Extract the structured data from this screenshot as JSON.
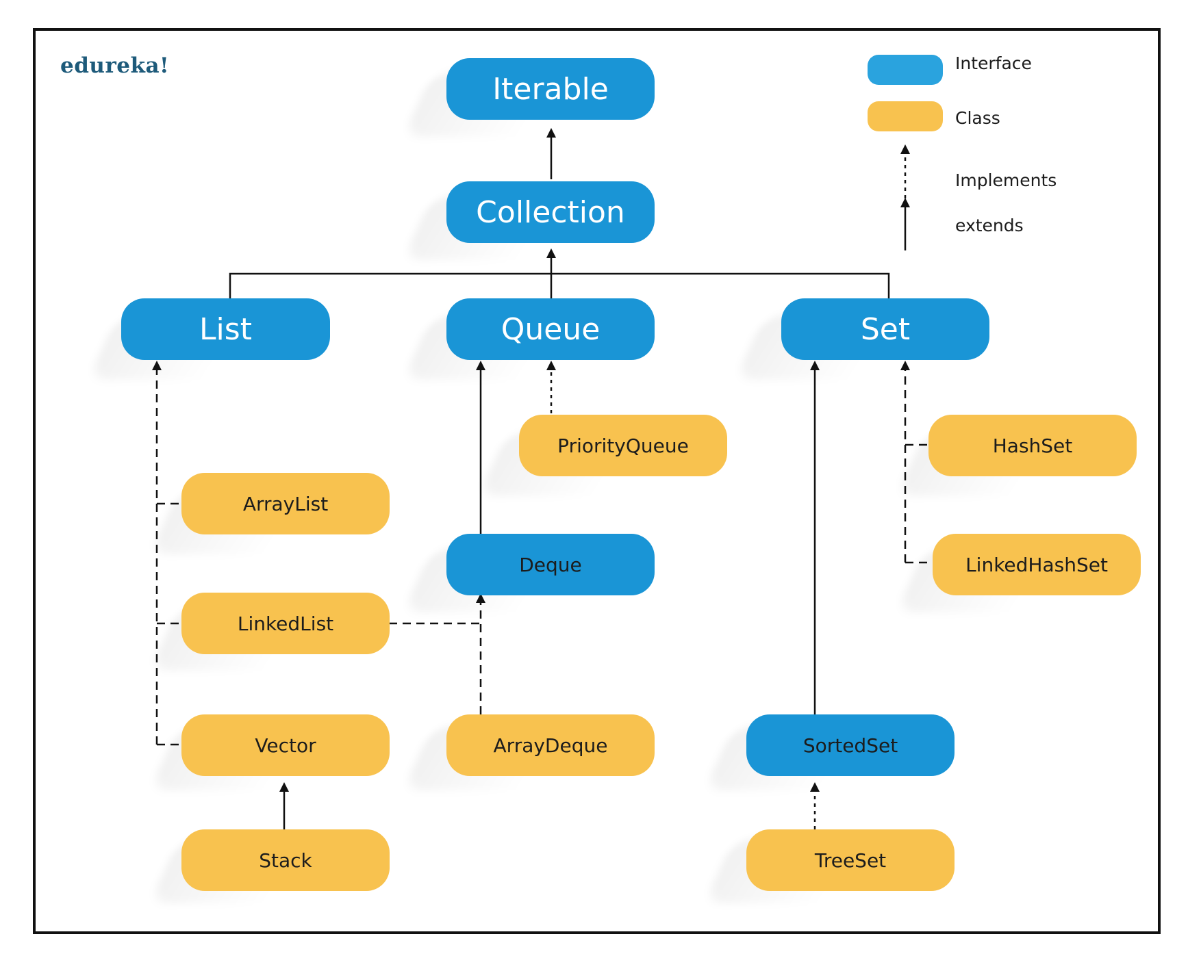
{
  "brand": {
    "logo_text": "edureka!"
  },
  "colors": {
    "interface": "#1a95d6",
    "class": "#f8c24f",
    "line": "#111111"
  },
  "legend": {
    "interface_label": "Interface",
    "class_label": "Class",
    "implements_label": "Implements",
    "extends_label": "extends"
  },
  "nodes": {
    "iterable": {
      "label": "Iterable",
      "kind": "interface"
    },
    "collection": {
      "label": "Collection",
      "kind": "interface"
    },
    "list": {
      "label": "List",
      "kind": "interface"
    },
    "queue": {
      "label": "Queue",
      "kind": "interface"
    },
    "set": {
      "label": "Set",
      "kind": "interface"
    },
    "priorityqueue": {
      "label": "PriorityQueue",
      "kind": "class"
    },
    "arraylist": {
      "label": "ArrayList",
      "kind": "class"
    },
    "deque": {
      "label": "Deque",
      "kind": "interface"
    },
    "linkedlist": {
      "label": "LinkedList",
      "kind": "class"
    },
    "vector": {
      "label": "Vector",
      "kind": "class"
    },
    "arraydeque": {
      "label": "ArrayDeque",
      "kind": "class"
    },
    "stack": {
      "label": "Stack",
      "kind": "class"
    },
    "hashset": {
      "label": "HashSet",
      "kind": "class"
    },
    "linkedhashset": {
      "label": "LinkedHashSet",
      "kind": "class"
    },
    "sortedset": {
      "label": "SortedSet",
      "kind": "interface"
    },
    "treeset": {
      "label": "TreeSet",
      "kind": "class"
    }
  },
  "edges": [
    {
      "from": "collection",
      "to": "iterable",
      "type": "extends"
    },
    {
      "from": "list",
      "to": "collection",
      "type": "extends"
    },
    {
      "from": "queue",
      "to": "collection",
      "type": "extends"
    },
    {
      "from": "set",
      "to": "collection",
      "type": "extends"
    },
    {
      "from": "priorityqueue",
      "to": "queue",
      "type": "implements"
    },
    {
      "from": "deque",
      "to": "queue",
      "type": "extends"
    },
    {
      "from": "arraylist",
      "to": "list",
      "type": "implements"
    },
    {
      "from": "linkedlist",
      "to": "list",
      "type": "implements"
    },
    {
      "from": "vector",
      "to": "list",
      "type": "implements"
    },
    {
      "from": "linkedlist",
      "to": "deque",
      "type": "implements"
    },
    {
      "from": "arraydeque",
      "to": "deque",
      "type": "implements"
    },
    {
      "from": "stack",
      "to": "vector",
      "type": "extends"
    },
    {
      "from": "hashset",
      "to": "set",
      "type": "implements"
    },
    {
      "from": "linkedhashset",
      "to": "set",
      "type": "implements"
    },
    {
      "from": "sortedset",
      "to": "set",
      "type": "extends"
    },
    {
      "from": "treeset",
      "to": "sortedset",
      "type": "implements"
    }
  ]
}
